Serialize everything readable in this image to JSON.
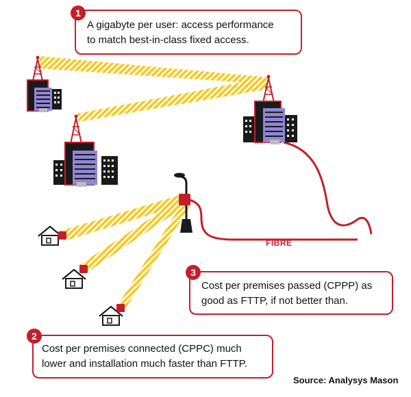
{
  "callouts": {
    "one": {
      "number": "1",
      "lines": [
        "A gigabyte per user: access performance",
        "to match best-in-class fixed access."
      ]
    },
    "two": {
      "number": "2",
      "lines": [
        "Cost per premises connected (CPPC)  much",
        "lower and installation much faster than FTTP."
      ]
    },
    "three": {
      "number": "3",
      "lines": [
        "Cost per premises passed (CPPP) as",
        "good as FTTP, if not better than."
      ]
    }
  },
  "labels": {
    "fibre": "FIBRE",
    "source": "Source: Analysys Mason"
  },
  "colors": {
    "accent": "#c41e2a",
    "beam": "#f6c419",
    "building": "#1a1a1a",
    "window_panel": "#8f86d6"
  }
}
